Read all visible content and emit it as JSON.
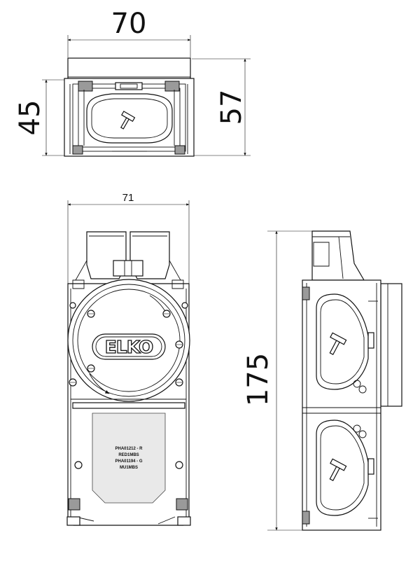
{
  "dimensions": {
    "top_width": "70",
    "top_height_inner": "45",
    "top_height_outer": "57",
    "front_width": "71",
    "side_height": "175"
  },
  "brand": {
    "logo": "ELKO"
  },
  "product_label": {
    "lines": [
      "PHA01212 - R",
      "RED1MBS",
      "PHA01194 - G",
      "MU1MBS"
    ]
  }
}
